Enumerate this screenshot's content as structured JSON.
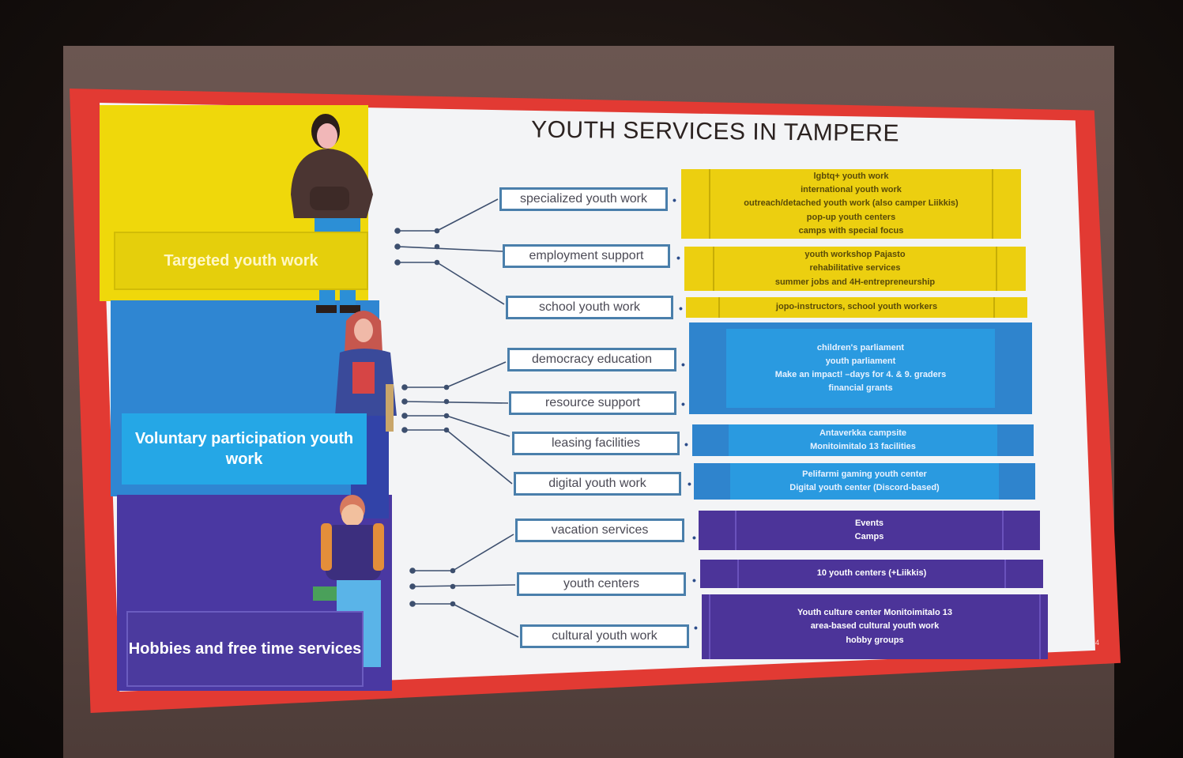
{
  "slide": {
    "title": "YOUTH SERVICES IN TAMPERE",
    "slide_number": "4"
  },
  "categories": [
    {
      "label": "Targeted youth work",
      "color": "#efd80b"
    },
    {
      "label": "Voluntary participation youth work",
      "color": "#2f86d2"
    },
    {
      "label": "Hobbies and free time services",
      "color": "#4a38a2"
    }
  ],
  "services": [
    {
      "label": "specialized youth work",
      "details": [
        "lgbtq+ youth work",
        "international youth work",
        "outreach/detached youth work (also camper Liikkis)",
        "pop-up youth centers",
        "camps with special focus"
      ]
    },
    {
      "label": "employment support",
      "details": [
        "youth workshop Pajasto",
        "rehabilitative services",
        "summer jobs and 4H-entrepreneurship"
      ]
    },
    {
      "label": "school youth work",
      "details": [
        "jopo-instructors, school youth workers"
      ]
    },
    {
      "label": "democracy education",
      "details": [
        "children's parliament",
        "youth parliament",
        "Make an impact! –days for 4. & 9. graders",
        "financial grants"
      ]
    },
    {
      "label": "resource support",
      "details": []
    },
    {
      "label": "leasing facilities",
      "details": [
        "Antaverkka campsite",
        "Monitoimitalo 13 facilities"
      ]
    },
    {
      "label": "digital youth work",
      "details": [
        "Pelifarmi gaming youth center",
        "Digital youth center (Discord-based)"
      ]
    },
    {
      "label": "vacation services",
      "details": [
        "Events",
        "Camps"
      ]
    },
    {
      "label": "youth centers",
      "details": [
        "10 youth centers (+Liikkis)"
      ]
    },
    {
      "label": "cultural youth work",
      "details": [
        "Youth culture center Monitoimitalo 13",
        "area-based cultural youth work",
        "hobby groups"
      ]
    }
  ],
  "connector": "• • •",
  "colors": {
    "frame_red": "#e23a33",
    "targeted_yellow": "#efd80b",
    "voluntary_blue": "#2f86d2",
    "hobbies_purple": "#4a38a2",
    "service_border": "#4a7fab"
  },
  "icons": [
    "person-hoodie-icon",
    "person-hijab-icon",
    "person-backpack-icon"
  ]
}
